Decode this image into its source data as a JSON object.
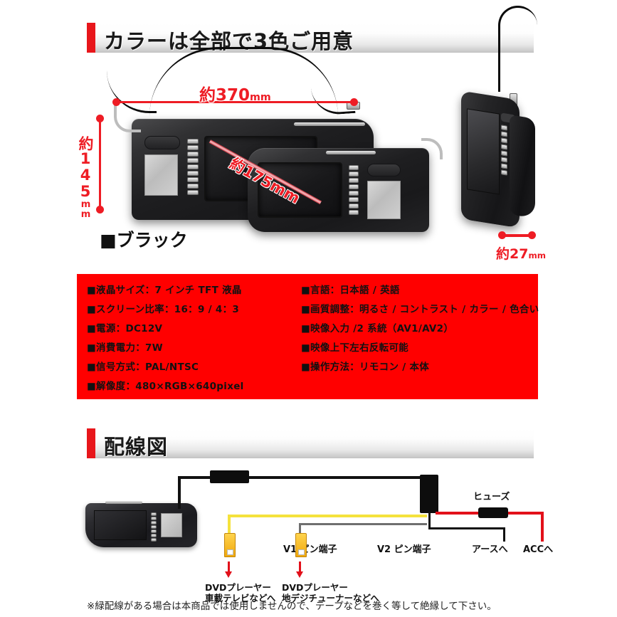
{
  "page": {
    "background": "#ffffff",
    "accent_red": "#e8161b",
    "spec_bg": "#ff0000"
  },
  "sections": {
    "colors": {
      "title": "カラーは全部で3色ご用意"
    },
    "wiring": {
      "title": "配線図"
    }
  },
  "photo": {
    "dim_width": "約370",
    "dim_width_unit": "mm",
    "dim_height": "約145",
    "dim_height_unit": "mm",
    "dim_diagonal": "約175",
    "dim_diagonal_unit": "mm",
    "dim_depth": "約27",
    "dim_depth_unit": "mm",
    "color_label": "■ブラック"
  },
  "spec": {
    "left": [
      "■液晶サイズ：7 インチ TFT 液晶",
      "■スクリーン比率：16：9 / 4：3",
      "■電源：DC12V",
      "■消費電力：7W",
      "■信号方式：PAL/NTSC",
      "■解像度：480×RGB×640pixel"
    ],
    "right": [
      "■言語：日本語 / 英語",
      "■画質調整：明るさ / コントラスト / カラー / 色合い",
      "■映像入力 /2 系統（AV1/AV2）",
      "■映像上下左右反転可能",
      "■操作方法：リモコン / 本体"
    ]
  },
  "wiring": {
    "fuse_label": "ヒューズ",
    "v1_label": "V1 ピン端子",
    "v2_label": "V2 ピン端子",
    "earth_label": "アースへ",
    "acc_label": "ACCへ",
    "v1_dest_line1": "DVDプレーヤー",
    "v1_dest_line2": "車載テレビなどへ",
    "v2_dest_line1": "DVDプレーヤー",
    "v2_dest_line2": "地デジチューナーなどへ",
    "colors": {
      "yellow": "#f5e23c",
      "red": "#e2101a",
      "black": "#111111",
      "gray": "#6f6f6f"
    }
  },
  "footnote": "※緑配線がある場合は本商品では使用しませんので、テープなどを巻く等して絶縁して下さい。"
}
